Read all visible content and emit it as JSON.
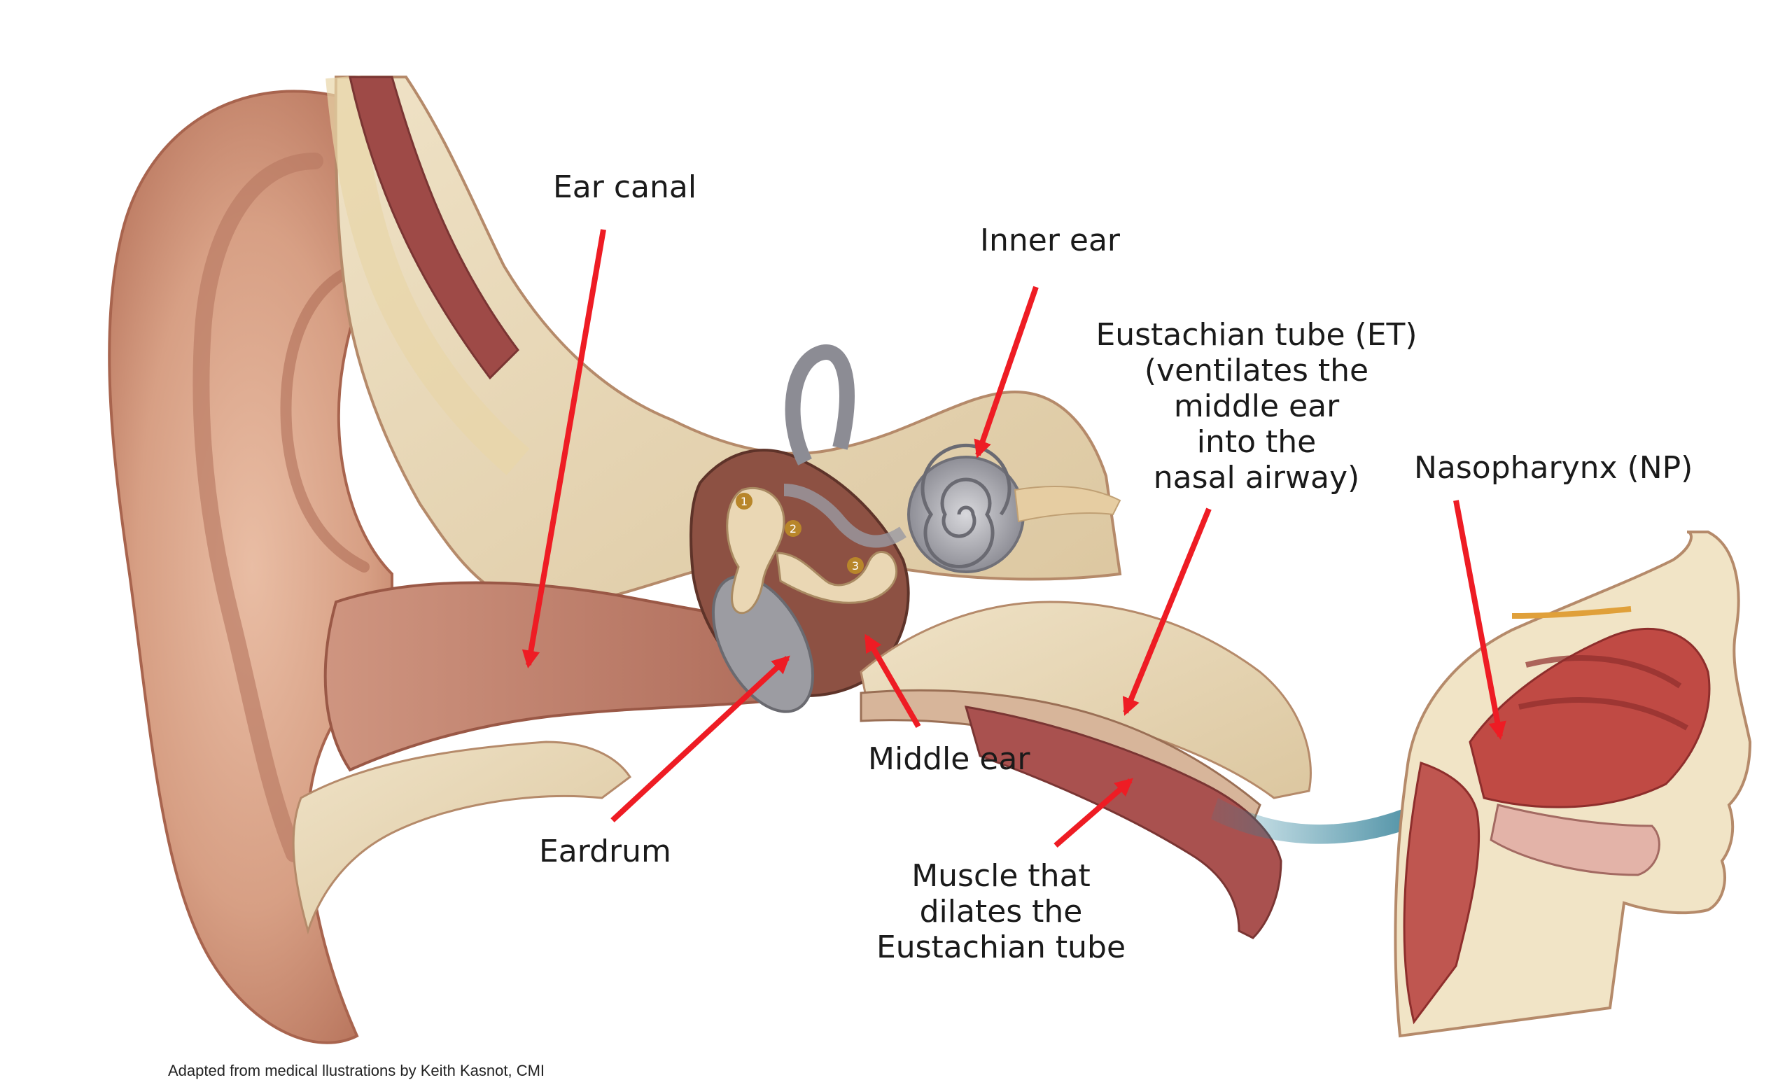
{
  "labels": {
    "ear_canal": "Ear canal",
    "inner_ear": "Inner ear",
    "eustachian_tube": [
      "Eustachian tube (ET)",
      "(ventilates the",
      "middle ear",
      "into the",
      "nasal airway)"
    ],
    "nasopharynx": "Nasopharynx (NP)",
    "middle_ear": "Middle ear",
    "eardrum": "Eardrum",
    "muscle": [
      "Muscle that",
      "dilates the",
      "Eustachian tube"
    ]
  },
  "ossicle_markers": [
    "1",
    "2",
    "3"
  ],
  "credit": "Adapted from medical llustrations by Keith Kasnot, CMI",
  "colors": {
    "arrow": "#ee1c24",
    "skin": "#d9a68c",
    "bone": "#ecdcba",
    "muscle": "#a9514f",
    "airflow_arrow": "#2c86a0"
  }
}
